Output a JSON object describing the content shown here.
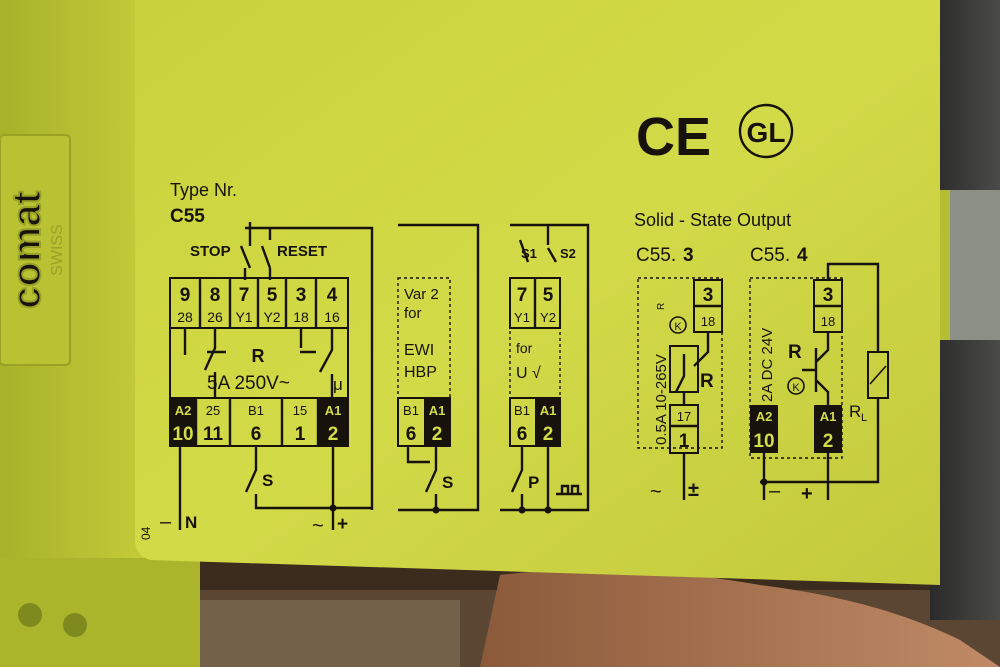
{
  "brand": {
    "name": "comat",
    "origin": "SWISS"
  },
  "marks": {
    "ce": "CE",
    "gl": "GL"
  },
  "device": {
    "type_label": "Type Nr.",
    "model": "C55",
    "stop_label": "STOP",
    "reset_label": "RESET",
    "relay_label": "R",
    "rating": "5A 250V~",
    "mu": "μ",
    "s_label": "S",
    "supply_neg": "–",
    "supply_n": "N",
    "supply_ac": "~",
    "supply_pos": "+",
    "print_code": "04",
    "top_terminals": [
      {
        "main": "9",
        "sub": "28"
      },
      {
        "main": "8",
        "sub": "26"
      },
      {
        "main": "7",
        "sub": "Y1"
      },
      {
        "main": "5",
        "sub": "Y2"
      },
      {
        "main": "3",
        "sub": "18"
      },
      {
        "main": "4",
        "sub": "16"
      }
    ],
    "bottom_terminals": [
      {
        "top": "A2",
        "bottom": "10",
        "inverted": true
      },
      {
        "top": "25",
        "bottom": "11",
        "inverted": false
      },
      {
        "top": "B1",
        "bottom": "6",
        "inverted": false
      },
      {
        "top": "15",
        "bottom": "1",
        "inverted": false
      },
      {
        "top": "A1",
        "bottom": "2",
        "inverted": true
      }
    ]
  },
  "variant_ewi": {
    "line1": "Var 2",
    "line2": "for",
    "line3": "EWI",
    "line4": "HBP",
    "t1_top": "B1",
    "t1_bottom": "6",
    "t2_top": "A1",
    "t2_bottom": "2",
    "s_label": "S"
  },
  "variant_u": {
    "s1": "S1",
    "s2": "S2",
    "t1_main": "7",
    "t1_sub": "Y1",
    "t2_main": "5",
    "t2_sub": "Y2",
    "for_label": "for",
    "u_label": "U √",
    "t3_top": "B1",
    "t3_bottom": "6",
    "t4_top": "A1",
    "t4_bottom": "2",
    "p_label": "P"
  },
  "solid_state": {
    "title": "Solid - State Output",
    "c553": {
      "model_prefix": "C55.",
      "model_suffix": "3",
      "rating": "0.5A 10-265V",
      "rating_sub": "R",
      "k_label": "K",
      "relay_label": "R",
      "t_top_main": "3",
      "t_top_sub": "18",
      "t_bottom_main": "17",
      "t_bottom_sub": "1",
      "supply_ac": "~",
      "supply_pm": "±"
    },
    "c554": {
      "model_prefix": "C55.",
      "model_suffix": "4",
      "rating": "2A DC 24V",
      "relay_label": "R",
      "k_label": "K",
      "load_label": "R",
      "load_sub": "L",
      "t_top_main": "3",
      "t_top_sub": "18",
      "t_a2_top": "A2",
      "t_a2_bottom": "10",
      "t_a1_top": "A1",
      "t_a1_bottom": "2",
      "supply_neg": "–",
      "supply_pos": "+"
    }
  }
}
